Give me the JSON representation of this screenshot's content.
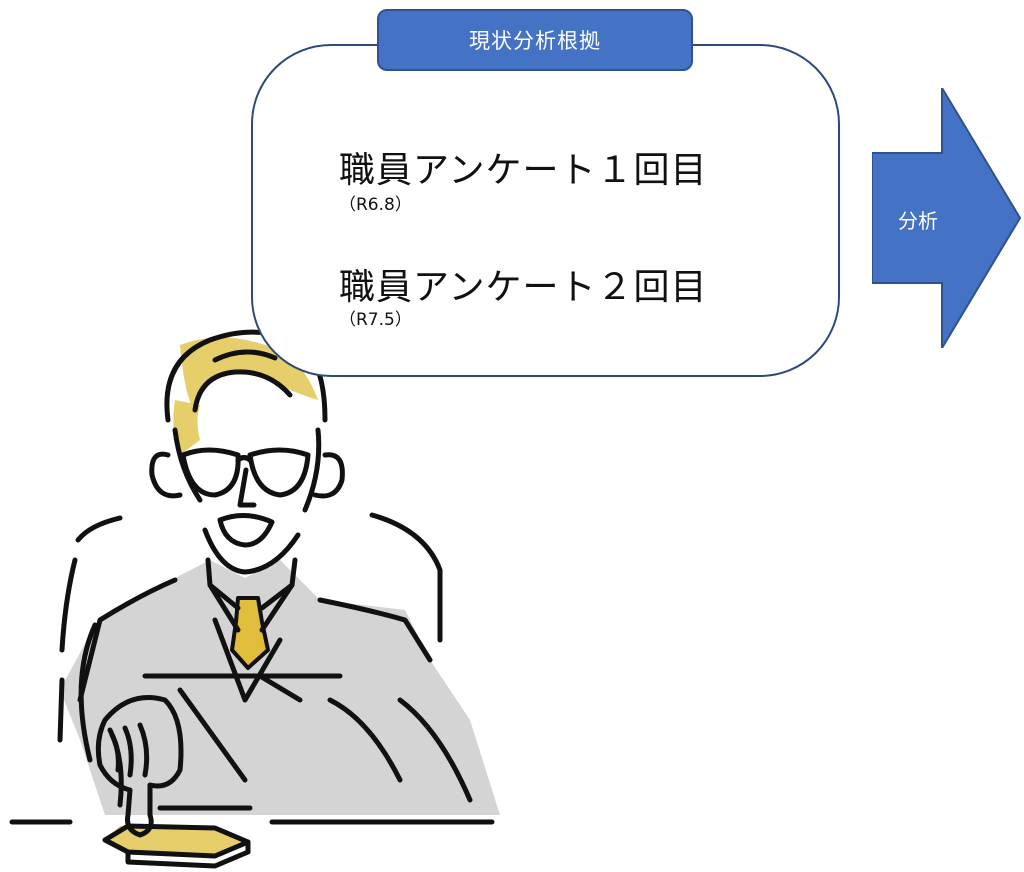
{
  "header": {
    "label": "現状分析根拠"
  },
  "items": [
    {
      "title": "職員アンケート１回目",
      "date": "（R6.8）"
    },
    {
      "title": "職員アンケート２回目",
      "date": "（R7.5）"
    }
  ],
  "arrow": {
    "label": "分析"
  },
  "colors": {
    "box_border": "#2f4a78",
    "tab_fill": "#4472c4",
    "arrow_fill": "#4472c4",
    "hair_yellow": "#e6cf6a",
    "suit_gray": "#d4d4d4",
    "tie_yellow": "#e0bd3a"
  },
  "icons": {
    "illustration": "judge-with-gavel-illustration",
    "arrow": "right-arrow-icon"
  }
}
